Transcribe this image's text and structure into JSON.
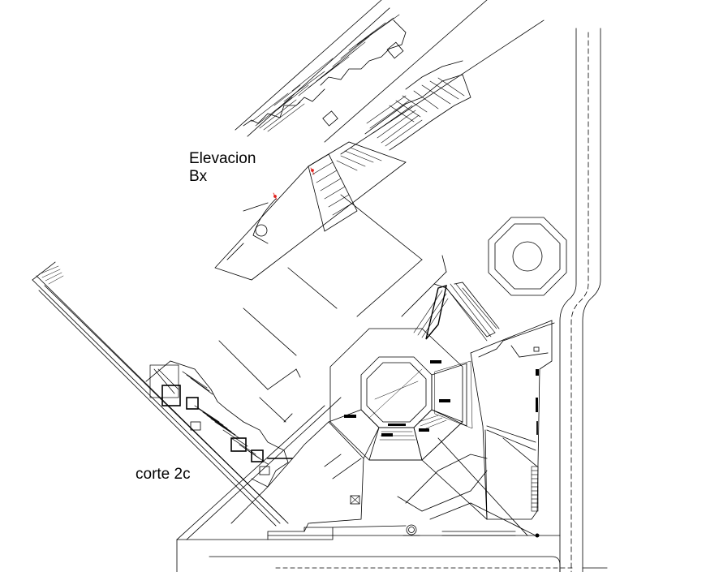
{
  "labels": {
    "elevation_title_line1": "Elevacion",
    "elevation_title_line2": "Bx",
    "section_title": "corte 2c"
  },
  "colors": {
    "line": "#000000",
    "background": "#ffffff",
    "accent_marks": "#e0201c"
  }
}
